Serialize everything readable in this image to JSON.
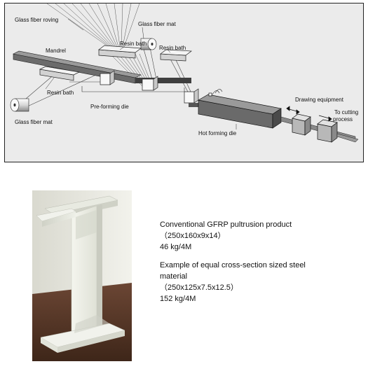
{
  "diagram": {
    "labels": {
      "glass_fiber_roving": "Glass fiber roving",
      "glass_fiber_mat_top": "Glass fiber mat",
      "resin_bath_top_left": "Resin bath",
      "resin_bath_top_right": "Resin bath",
      "mandrel": "Mandrel",
      "resin_bath_lower": "Resin bath",
      "pre_forming_die": "Pre-forming die",
      "glass_fiber_mat_left": "Glass fiber mat",
      "hot_forming_die": "Hot forming die",
      "drawing_equipment": "Drawing equipment",
      "to_cutting_process": "To cutting process",
      "to_cutting_line1": "To cutting",
      "to_cutting_line2": "process"
    }
  },
  "caption": {
    "conventional_title": "Conventional GFRP pultrusion product",
    "conventional_size": "（250x160x9x14）",
    "conventional_weight": "46 kg/4M",
    "steel_title_line1": "Example of equal cross-section sized steel",
    "steel_title_line2": "material",
    "steel_size": "（250x125x7.5x12.5）",
    "steel_weight": "152 kg/4M"
  },
  "colors": {
    "panel_bg": "#ebebeb",
    "product_white": "#eef0e8",
    "background_wood": "#5a3a2a"
  }
}
